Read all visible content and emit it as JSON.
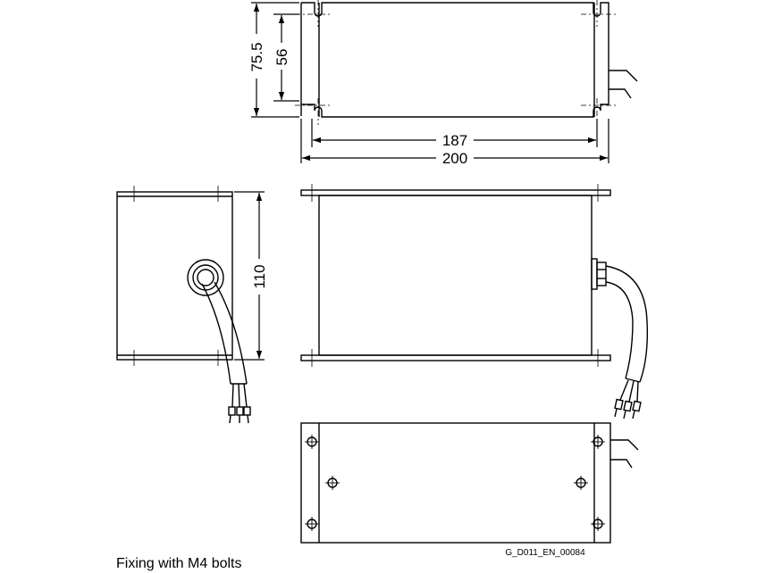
{
  "dimensions": {
    "height_total": "75.5",
    "height_holes": "56",
    "width_holes": "187",
    "width_total": "200",
    "side_height": "110"
  },
  "caption": "Fixing with M4 bolts",
  "drawing_code": "G_D011_EN_00084"
}
